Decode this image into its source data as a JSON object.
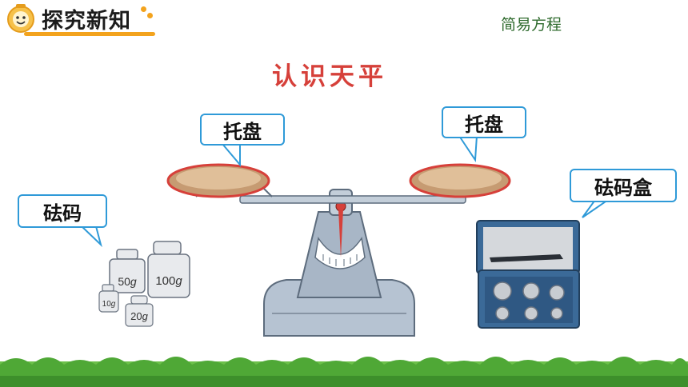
{
  "header": {
    "title": "探究新知"
  },
  "chapter": {
    "label": "简易方程"
  },
  "page": {
    "title": "认识天平"
  },
  "callouts": {
    "left_pan": "托盘",
    "right_pan": "托盘",
    "weights": "砝码",
    "weight_box": "砝码盒"
  },
  "weights": {
    "w50": "50",
    "w100": "100",
    "w10": "10",
    "w20": "20",
    "unit": "g"
  },
  "colors": {
    "accent": "#f3a31d",
    "title_red": "#d6403a",
    "callout_border": "#2f9ad8",
    "chapter_green": "#2f6b2e",
    "grass": "#6cc04a"
  }
}
